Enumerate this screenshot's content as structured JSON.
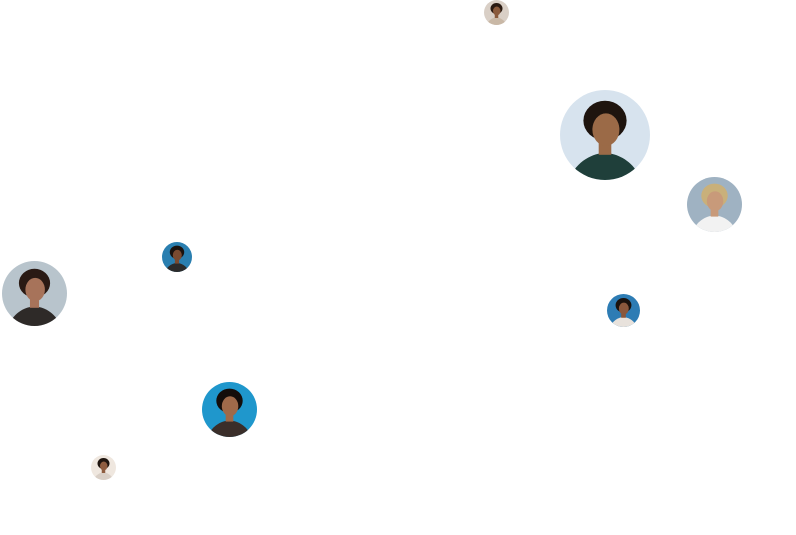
{
  "avatars": [
    {
      "id": "av-1",
      "icon": "person-avatar",
      "bg": "#d9cfc6",
      "skin": "#8a5a3c",
      "hair": "#2a1a12",
      "shirt": "#c9b8a6"
    },
    {
      "id": "av-2",
      "icon": "person-avatar",
      "bg": "#d7e3ee",
      "skin": "#9b6a47",
      "hair": "#1e140e",
      "shirt": "#1f3f3a"
    },
    {
      "id": "av-3",
      "icon": "person-avatar",
      "bg": "#9fb2c2",
      "skin": "#c89a7a",
      "hair": "#c9b07a",
      "shirt": "#f2f2f2"
    },
    {
      "id": "av-4",
      "icon": "person-avatar",
      "bg": "#2a7fb0",
      "skin": "#7a4a30",
      "hair": "#1a120e",
      "shirt": "#2b2b2b"
    },
    {
      "id": "av-5",
      "icon": "person-avatar",
      "bg": "#b8c4cc",
      "skin": "#a7735a",
      "hair": "#2a1a14",
      "shirt": "#2e2a28"
    },
    {
      "id": "av-6",
      "icon": "person-avatar",
      "bg": "#2d7cb4",
      "skin": "#8b583c",
      "hair": "#1b120d",
      "shirt": "#e8e2dc"
    },
    {
      "id": "av-7",
      "icon": "person-avatar",
      "bg": "#1f97cc",
      "skin": "#a06a4a",
      "hair": "#140d0a",
      "shirt": "#3a2e2a"
    },
    {
      "id": "av-8",
      "icon": "person-avatar",
      "bg": "#efe7df",
      "skin": "#8f5d40",
      "hair": "#1f150f",
      "shirt": "#d9cfc6"
    }
  ]
}
